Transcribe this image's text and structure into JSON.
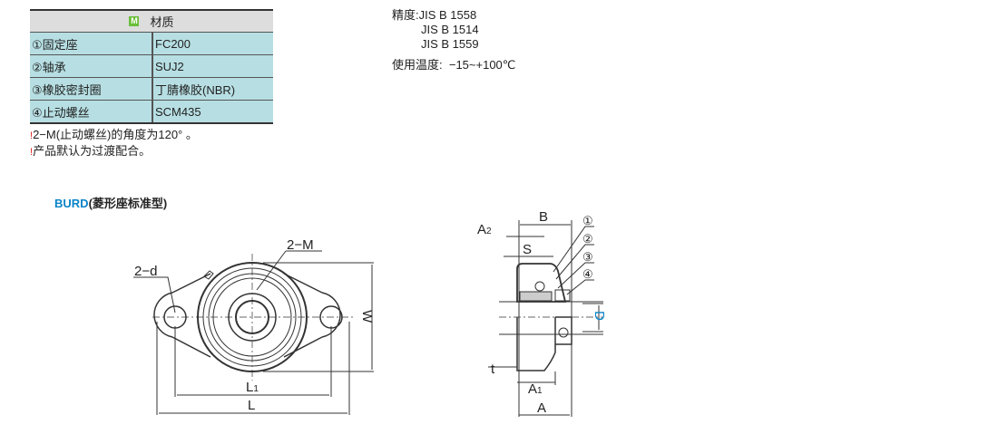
{
  "materials": {
    "badge": "M",
    "title": "材质",
    "rows": [
      {
        "part": "①固定座",
        "material": "FC200"
      },
      {
        "part": "②轴承",
        "material": "SUJ2"
      },
      {
        "part": "③橡胶密封圈",
        "material": "丁腈橡胶(NBR)"
      },
      {
        "part": "④止动螺丝",
        "material": "SCM435"
      }
    ],
    "notes": [
      "2−M(止动螺丝)的角度为120° 。",
      "产品默认为过渡配合。"
    ],
    "note_icon": "!"
  },
  "specs": {
    "precision_label": "精度:",
    "precision": [
      "JIS  B  1558",
      "JIS  B  1514",
      "JIS  B  1559"
    ],
    "temp_label": "使用温度:",
    "temp": "−15~+100℃"
  },
  "model": {
    "code": "BURD",
    "desc": "(菱形座标准型)"
  },
  "front_view": {
    "d": "2−d",
    "m": "2−M",
    "w": "W",
    "l1": "L1",
    "l1_main": "L",
    "l1_sub": "1",
    "l": "L"
  },
  "side_view": {
    "a2_main": "A",
    "a2_sub": "2",
    "b": "B",
    "s": "S",
    "d": "D",
    "t": "t",
    "a1_main": "A",
    "a1_sub": "1",
    "a": "A",
    "callouts": [
      "①",
      "②",
      "③",
      "④"
    ]
  },
  "colors": {
    "accent": "#0a84c8",
    "table": "#b7dfe3"
  }
}
